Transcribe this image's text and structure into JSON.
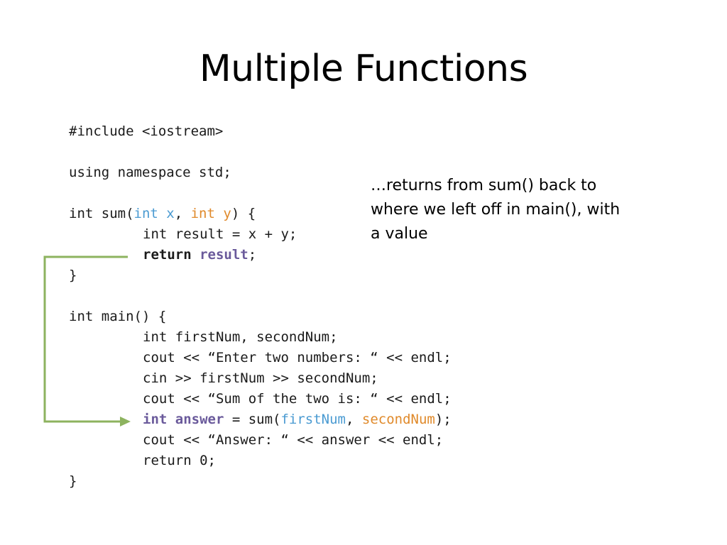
{
  "slide": {
    "title": "Multiple Functions",
    "callout_lines": [
      "…returns from sum() back to",
      "where we left off in main(), with",
      "a value"
    ],
    "code": [
      [
        {
          "t": "#include <iostream>"
        }
      ],
      [
        {
          "t": ""
        }
      ],
      [
        {
          "t": "using namespace std;"
        }
      ],
      [
        {
          "t": ""
        }
      ],
      [
        {
          "t": "int sum("
        },
        {
          "t": "int x",
          "c": "tok-blue"
        },
        {
          "t": ", "
        },
        {
          "t": "int y",
          "c": "tok-orange"
        },
        {
          "t": ") {"
        }
      ],
      [
        {
          "t": "int result = x + y;"
        }
      ],
      [
        {
          "t": "return ",
          "c": "tok-bold"
        },
        {
          "t": "result",
          "c": "tok-bold tok-purple"
        },
        {
          "t": ";"
        }
      ],
      [
        {
          "t": "}"
        }
      ],
      [
        {
          "t": ""
        }
      ],
      [
        {
          "t": "int main() {"
        }
      ],
      [
        {
          "t": "int firstNum, secondNum;"
        }
      ],
      [
        {
          "t": "cout << “Enter two numbers: “ << endl;"
        }
      ],
      [
        {
          "t": "cin >> firstNum >> secondNum;"
        }
      ],
      [
        {
          "t": "cout << “Sum of the two is: “ << endl;"
        }
      ],
      [
        {
          "t": "int answer",
          "c": "tok-bold tok-purple"
        },
        {
          "t": " = sum("
        },
        {
          "t": "firstNum",
          "c": "tok-blue"
        },
        {
          "t": ", "
        },
        {
          "t": "secondNum",
          "c": "tok-orange"
        },
        {
          "t": ");"
        }
      ],
      [
        {
          "t": "cout << “Answer: “ << answer << endl;"
        }
      ],
      [
        {
          "t": "return 0;"
        }
      ],
      [
        {
          "t": "}"
        }
      ]
    ],
    "colors": {
      "arrow": "#8db35f",
      "param_x": "#4b9bd2",
      "param_y": "#e08a2b",
      "highlight": "#6a5a9b"
    }
  }
}
